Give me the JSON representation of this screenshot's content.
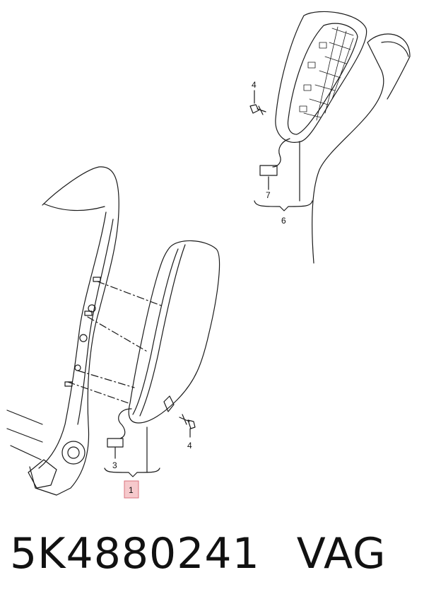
{
  "callouts": {
    "label_1": "1",
    "label_3": "3",
    "label_4_lower": "4",
    "label_4_upper": "4",
    "label_6": "6",
    "label_7": "7"
  },
  "part_number": "5K4880241",
  "brand": "VAG",
  "colors": {
    "line": "#1a1a1a",
    "highlight_fill": "#f6c9cc",
    "highlight_stroke": "#d9737c"
  }
}
